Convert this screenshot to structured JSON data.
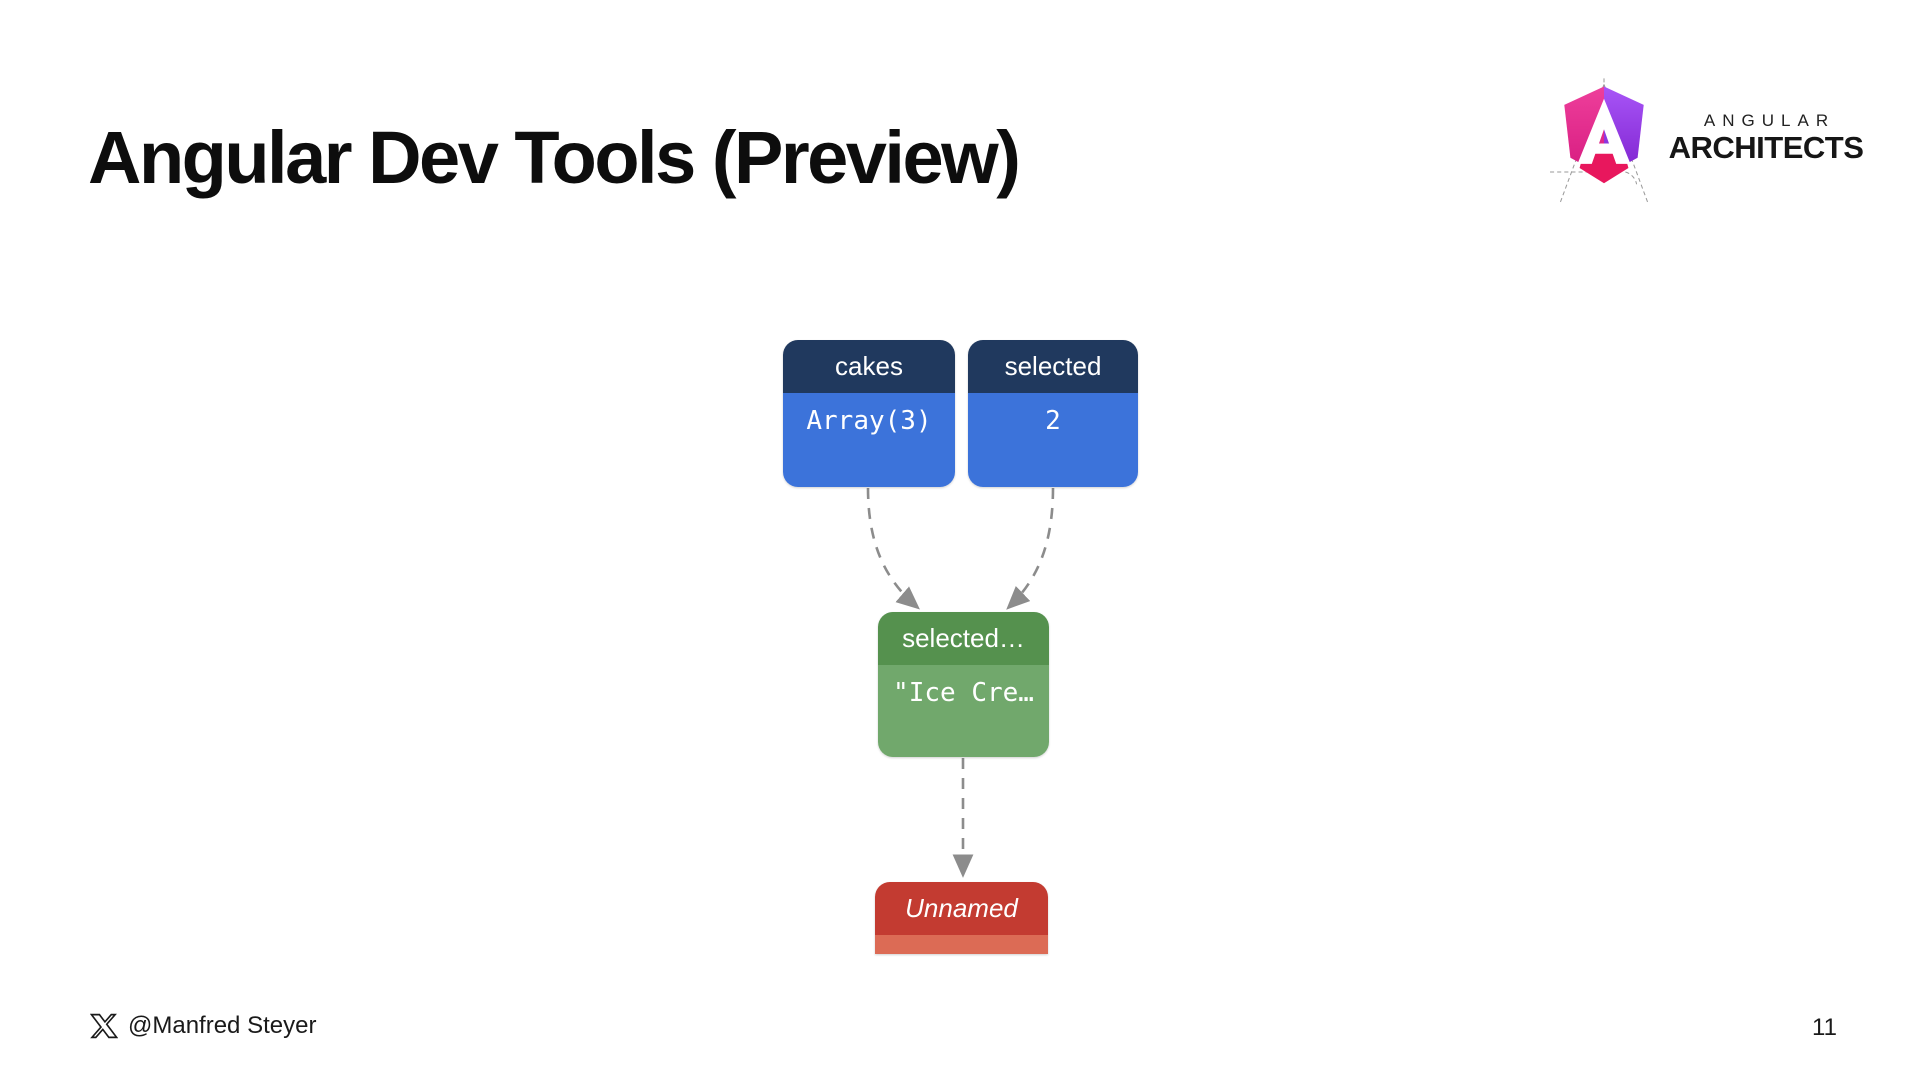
{
  "slide": {
    "title": "Angular Dev Tools (Preview)",
    "page_number": "11"
  },
  "logo": {
    "brand_top": "ANGULAR",
    "brand_bottom": "ARCHITECTS",
    "icon": "angular-architects-shield-a",
    "colors": {
      "magenta": "#E5308E",
      "purple": "#9333EA",
      "crimson": "#E8175D"
    }
  },
  "footer": {
    "handle": "@Manfred Steyer",
    "icon": "x-twitter-logo"
  },
  "diagram": {
    "nodes": [
      {
        "id": "cakes",
        "header": "cakes",
        "body": "Array(3)"
      },
      {
        "id": "selected",
        "header": "selected",
        "body": "2"
      },
      {
        "id": "selected-cake",
        "header": "selected…",
        "body": "\"Ice Cre…"
      },
      {
        "id": "unnamed",
        "header": "Unnamed",
        "body": ""
      }
    ],
    "edges": [
      {
        "from": "cakes",
        "to": "selected-cake",
        "style": "dashed"
      },
      {
        "from": "selected",
        "to": "selected-cake",
        "style": "dashed"
      },
      {
        "from": "selected-cake",
        "to": "unnamed",
        "style": "dashed"
      }
    ],
    "colors": {
      "blue_header": "#20395E",
      "blue_body": "#3C73DA",
      "green_header": "#55914E",
      "green_body": "#71A86C",
      "red_header": "#C33B31",
      "red_body": "#DC6B55",
      "connector": "#8C8C8C"
    }
  }
}
